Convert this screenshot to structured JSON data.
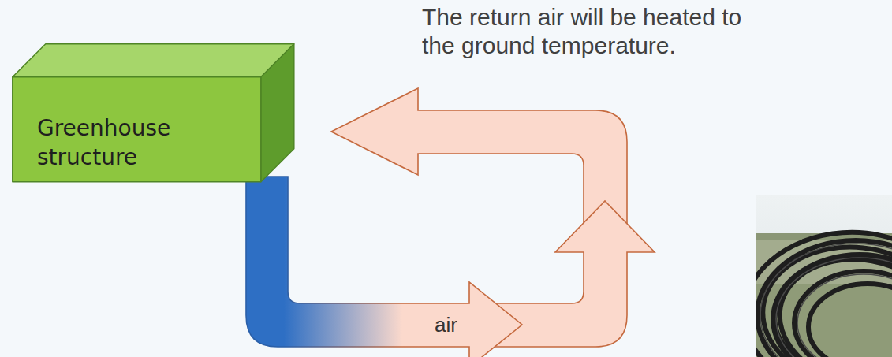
{
  "diagram": {
    "nodes": [
      {
        "text": [
          "Greenhouse structure"
        ]
      }
    ],
    "labels": [
      "The return air will be heated to the ground temperature.",
      "air"
    ]
  }
}
